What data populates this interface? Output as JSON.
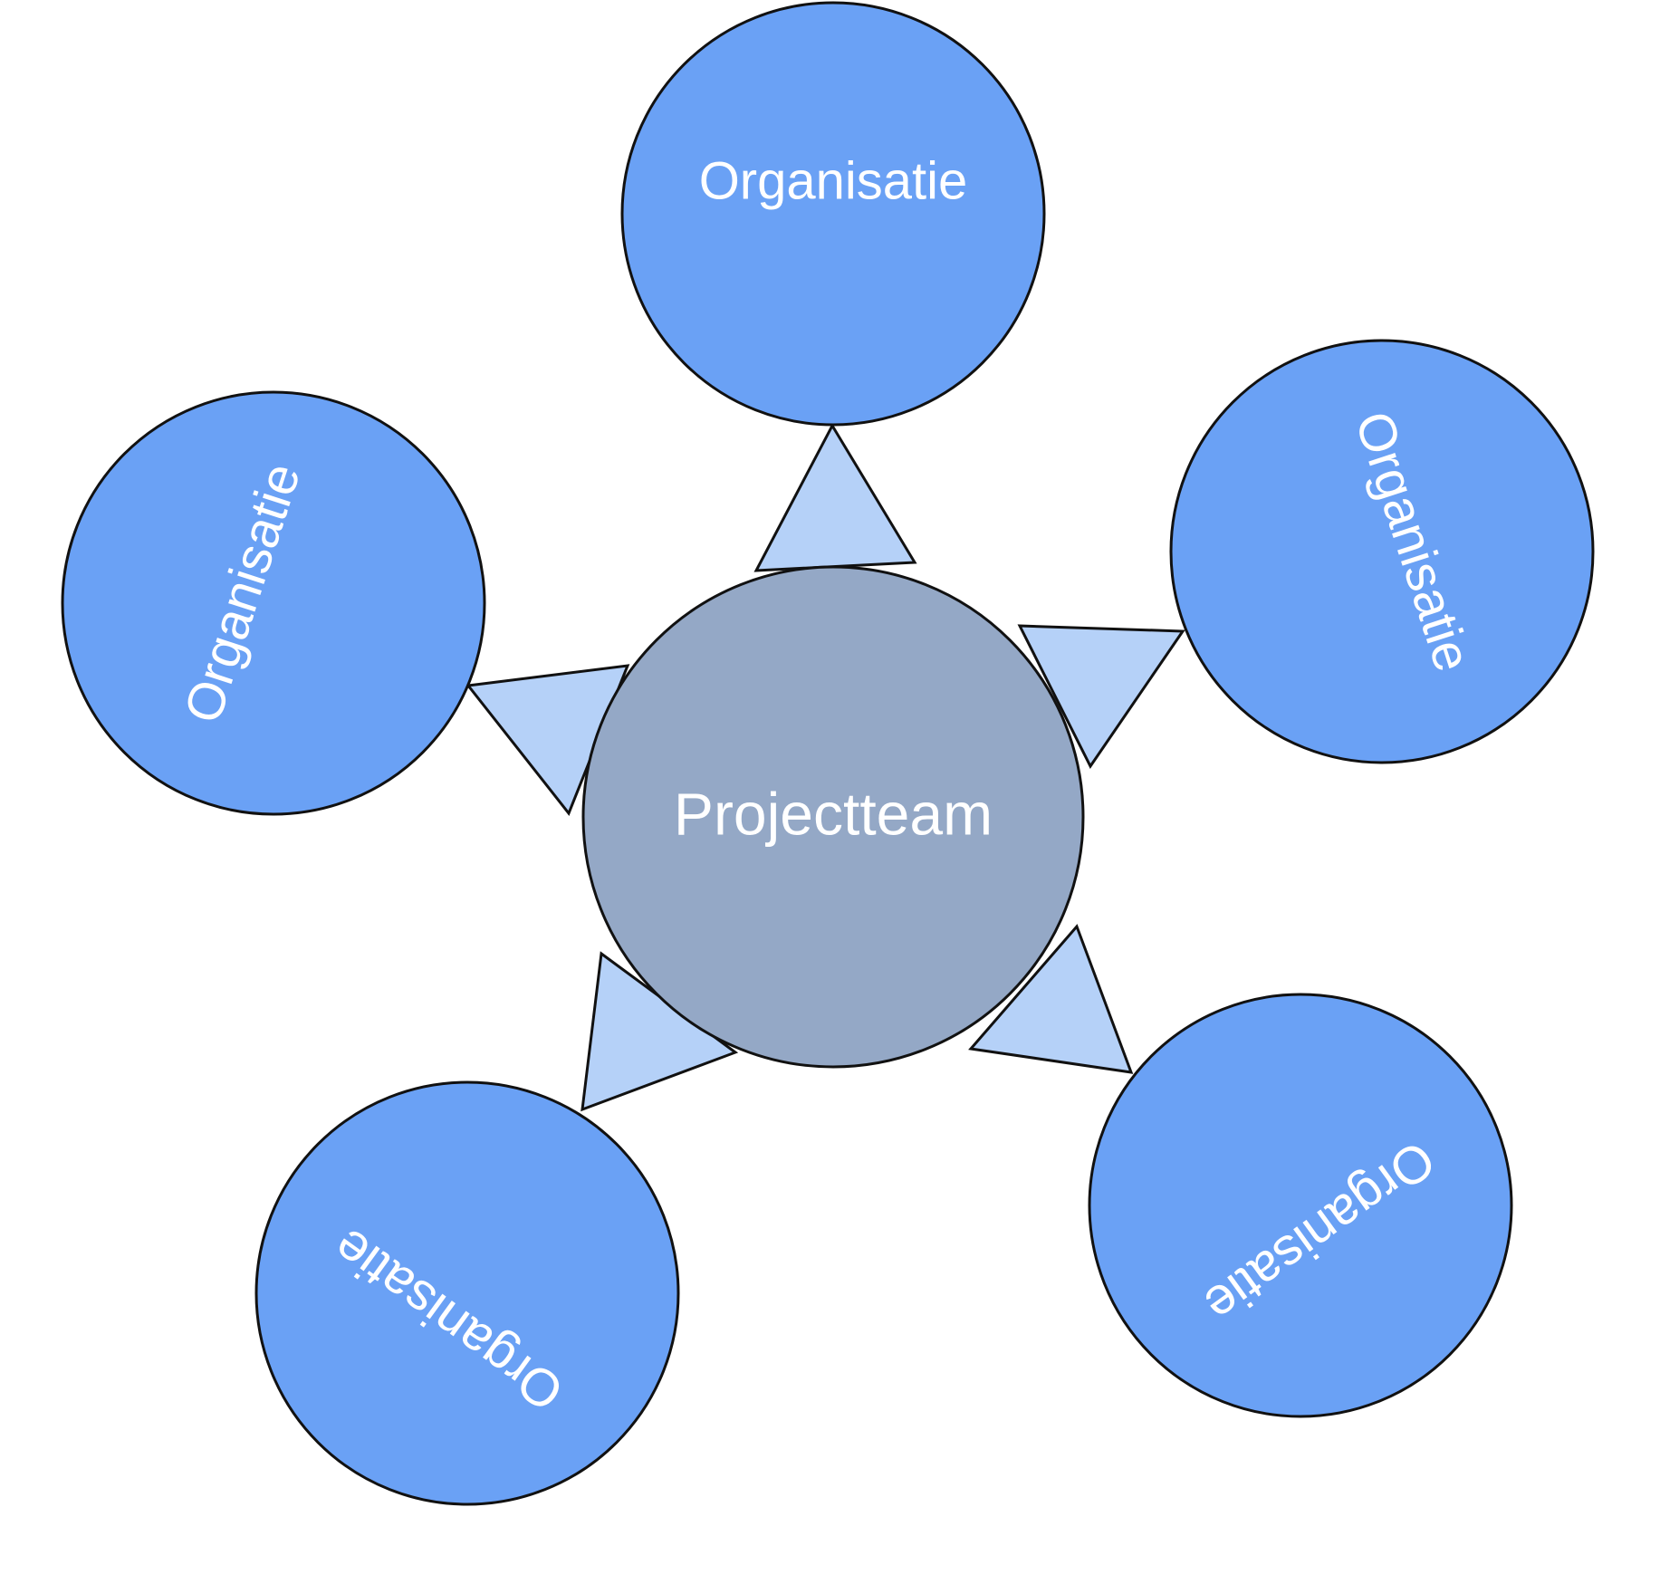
{
  "colors": {
    "outer_fill": "#6aa1f5",
    "center_fill": "#94a8c6",
    "arrow_fill": "#b5d1f8",
    "stroke": "#111111",
    "text": "#ffffff"
  },
  "center": {
    "label": "Projectteam"
  },
  "organizations": [
    {
      "label": "Organisatie"
    },
    {
      "label": "Organisatie"
    },
    {
      "label": "Organisatie"
    },
    {
      "label": "Organisatie"
    },
    {
      "label": "Organisatie"
    }
  ]
}
